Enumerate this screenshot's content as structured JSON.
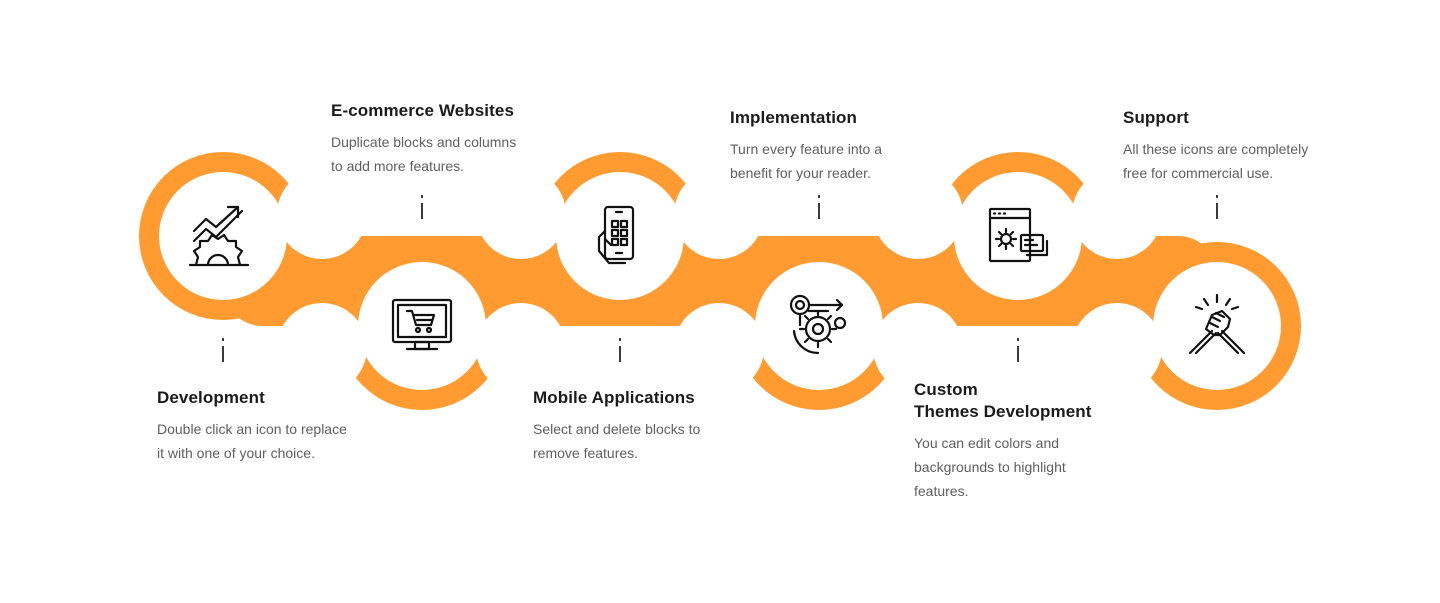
{
  "colors": {
    "accent": "#FF9B30",
    "title": "#1b1b1b",
    "text": "#5f5f5f"
  },
  "steps": [
    {
      "title": "Development",
      "title_line2": "",
      "desc_line1": "Double click an icon to replace",
      "desc_line2": "it with one of your choice.",
      "desc_line3": "",
      "icon": "growth-gear-icon"
    },
    {
      "title": "E-commerce Websites",
      "title_line2": "",
      "desc_line1": "Duplicate blocks and columns",
      "desc_line2": "to add more features.",
      "desc_line3": "",
      "icon": "monitor-cart-icon"
    },
    {
      "title": "Mobile Applications",
      "title_line2": "",
      "desc_line1": "Select and delete blocks to",
      "desc_line2": "remove features.",
      "desc_line3": "",
      "icon": "smartphone-hand-icon"
    },
    {
      "title": "Implementation",
      "title_line2": "",
      "desc_line1": "Turn every feature into a",
      "desc_line2": "benefit for your reader.",
      "desc_line3": "",
      "icon": "idea-gears-icon"
    },
    {
      "title": "Custom",
      "title_line2": "Themes Development",
      "desc_line1": "You can edit colors and",
      "desc_line2": "backgrounds to highlight",
      "desc_line3": "features.",
      "icon": "browser-settings-icon"
    },
    {
      "title": "Support",
      "title_line2": "",
      "desc_line1": "All these icons are completely",
      "desc_line2": "free for commercial use.",
      "desc_line3": "",
      "icon": "handshake-icon"
    }
  ]
}
